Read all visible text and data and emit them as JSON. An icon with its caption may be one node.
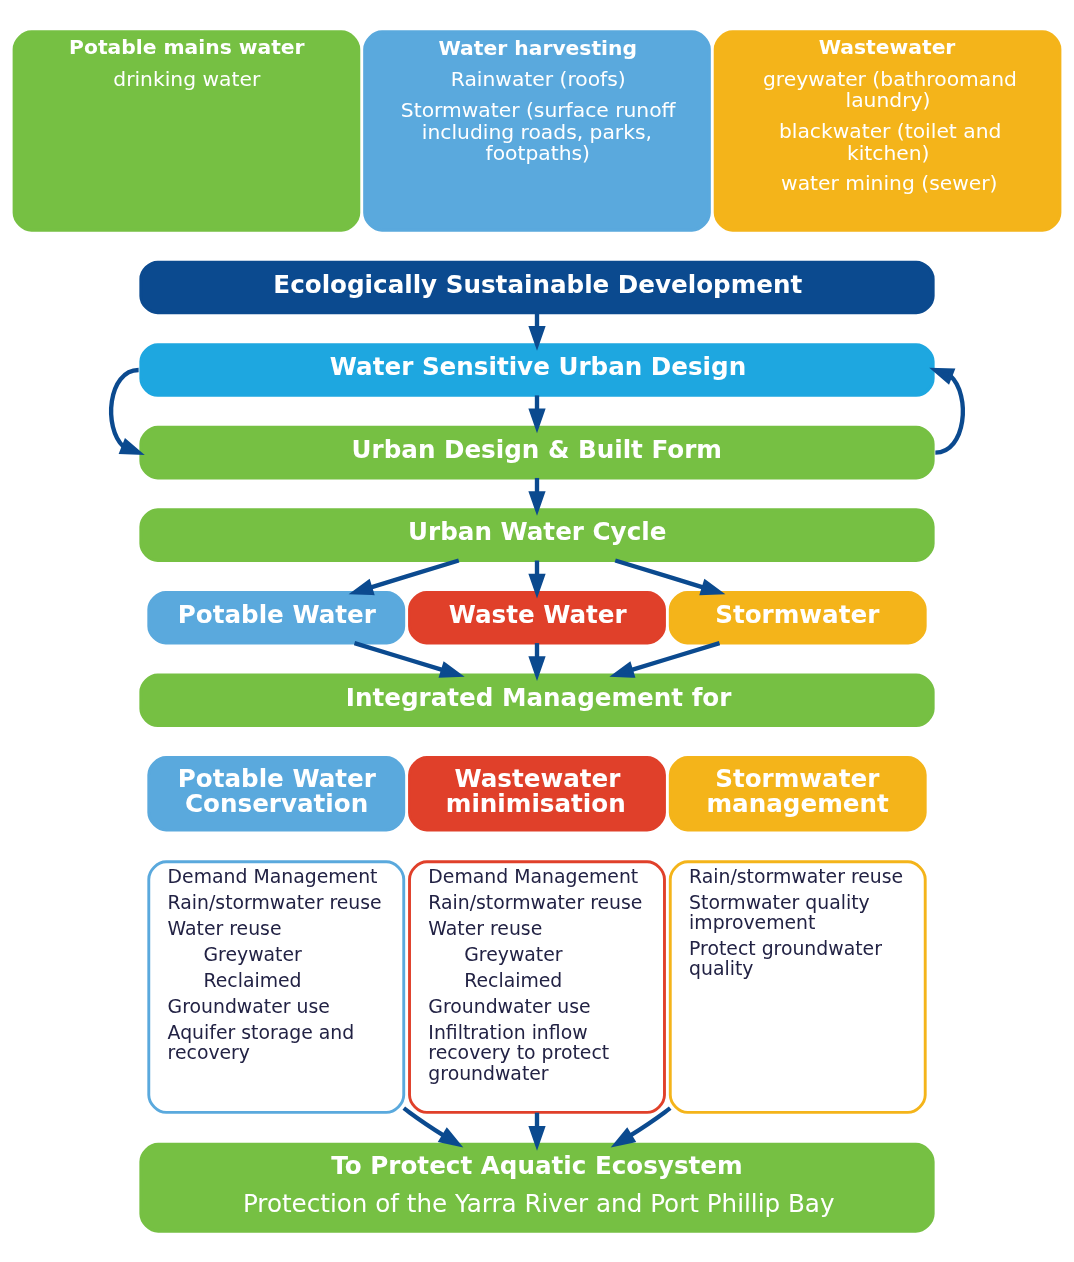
{
  "diagram": {
    "nodes": [
      {
        "text": [
          "Potable mains water",
          "drinking water"
        ]
      },
      {
        "text": [
          "Water harvesting",
          "Rainwater (roofs)",
          "Stormwater (surface runoff including roads, parks, footpaths)"
        ]
      },
      {
        "text": [
          "Wastewater",
          "greywater (bathroomand laundry)",
          "blackwater (toilet and kitchen)",
          "water mining (sewer)"
        ]
      },
      {
        "text": [
          "Ecologically Sustainable Development"
        ]
      },
      {
        "text": [
          "Water Sensitive Urban Design"
        ]
      },
      {
        "text": [
          "Urban Design & Built Form"
        ]
      },
      {
        "text": [
          "Urban Water Cycle"
        ]
      },
      {
        "text": [
          "Potable Water"
        ]
      },
      {
        "text": [
          "Waste Water"
        ]
      },
      {
        "text": [
          "Stormwater"
        ]
      },
      {
        "text": [
          "Integrated Management for"
        ]
      },
      {
        "text": [
          "Potable Water Conservation"
        ]
      },
      {
        "text": [
          "Wastewater minimisation"
        ]
      },
      {
        "text": [
          "Stormwater management"
        ]
      },
      {
        "text": [
          "Demand Management",
          "Rain/stormwater reuse",
          "Water reuse",
          "Greywater",
          "Reclaimed",
          "Groundwater use",
          "Aquifer storage and recovery"
        ]
      },
      {
        "text": [
          "Demand Management",
          "Rain/stormwater reuse",
          "Water reuse",
          "Greywater",
          "Reclaimed",
          "Groundwater use",
          "Infiltration inflow recovery to protect groundwater"
        ]
      },
      {
        "text": [
          "Rain/stormwater reuse",
          "Stormwater quality improvement",
          "Protect groundwater quality"
        ]
      },
      {
        "text": [
          "To Protect Aquatic Ecosystem",
          "Protection of the Yarra River and Port Phillip Bay"
        ]
      }
    ],
    "edges": [
      {
        "from": 3,
        "to": 4,
        "arrow": "to"
      },
      {
        "from": 4,
        "to": 5,
        "arrow": "to"
      },
      {
        "from": 4,
        "to": 5,
        "arrow": "to"
      },
      {
        "from": 5,
        "to": 4,
        "arrow": "to"
      },
      {
        "from": 5,
        "to": 6,
        "arrow": "to"
      },
      {
        "from": 6,
        "to": 7,
        "arrow": "to"
      },
      {
        "from": 6,
        "to": 8,
        "arrow": "to"
      },
      {
        "from": 6,
        "to": 9,
        "arrow": "to"
      },
      {
        "from": 7,
        "to": 10,
        "arrow": "to"
      },
      {
        "from": 8,
        "to": 10,
        "arrow": "to"
      },
      {
        "from": 9,
        "to": 10,
        "arrow": "to"
      },
      {
        "from": 14,
        "to": 17,
        "arrow": "to"
      },
      {
        "from": 15,
        "to": 17,
        "arrow": "to"
      },
      {
        "from": 16,
        "to": 17,
        "arrow": "to"
      }
    ]
  }
}
